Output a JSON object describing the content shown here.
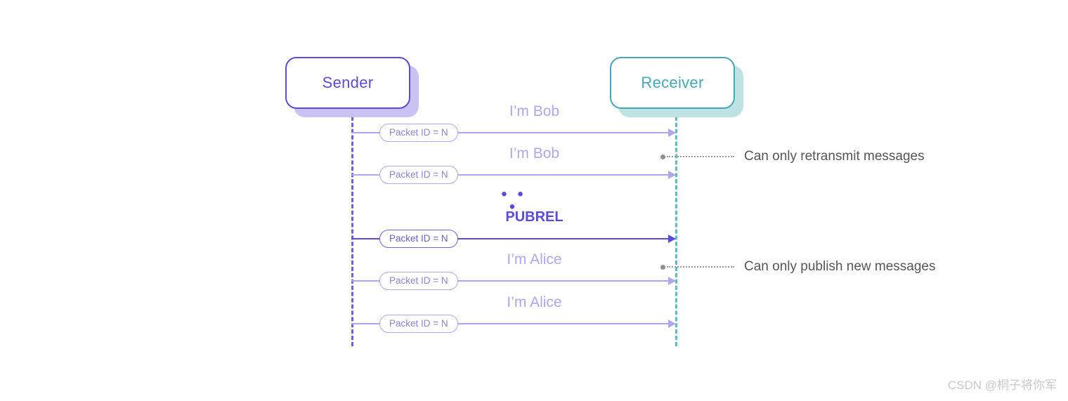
{
  "diagram": {
    "participants": [
      {
        "id": "sender",
        "label": "Sender",
        "color": "#5b4bdb",
        "shadow": "#c9c2f3"
      },
      {
        "id": "receiver",
        "label": "Receiver",
        "color": "#46a7b5",
        "shadow": "#bfe3e5"
      }
    ],
    "ellipsis": "• • •",
    "messages": [
      {
        "title": "I’m Bob",
        "pill": "Packet ID = N",
        "emphasis": false
      },
      {
        "title": "I’m Bob",
        "pill": "Packet ID = N",
        "emphasis": false
      },
      {
        "title": "PUBREL",
        "pill": "Packet ID = N",
        "emphasis": true
      },
      {
        "title": "I’m Alice",
        "pill": "Packet ID = N",
        "emphasis": false
      },
      {
        "title": "I’m Alice",
        "pill": "Packet ID = N",
        "emphasis": false
      }
    ],
    "annotations": [
      {
        "text": "Can only retransmit messages"
      },
      {
        "text": "Can only publish new messages"
      }
    ]
  },
  "watermark": "CSDN @桐子将你军"
}
